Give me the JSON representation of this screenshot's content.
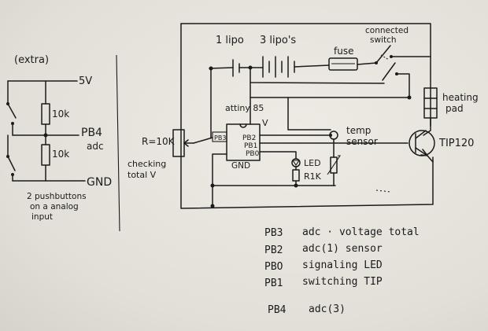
{
  "left_panel": {
    "title": "(extra)",
    "supply": "5V",
    "r_top": "10k",
    "r_bottom": "10k",
    "pin": "PB4",
    "pin_sub": "adc",
    "ground": "GND",
    "note_lines": [
      "2 pushbuttons",
      "on a analog",
      "input"
    ]
  },
  "main": {
    "battery_1": "1 lipo",
    "battery_3": "3 lipo's",
    "fuse": "fuse",
    "switch_lines": [
      "connected",
      "switch"
    ],
    "heater_lines": [
      "heating",
      "pad"
    ],
    "chip": "attiny 85",
    "chip_v": "V",
    "chip_gnd": "GND",
    "pins": {
      "pb3": "PB3",
      "pb2": "PB2",
      "pb1": "PB1",
      "pb0": "PB0"
    },
    "pot": "R=10K",
    "pot_note_lines": [
      "checking",
      "total V"
    ],
    "led": "LED",
    "r1k": "R1K",
    "sensor_lines": [
      "temp",
      "sensor"
    ],
    "transistor": "TIP120"
  },
  "legend": [
    {
      "pin": "PB3",
      "desc": "adc · voltage total"
    },
    {
      "pin": "PB2",
      "desc": "adc(1) sensor"
    },
    {
      "pin": "PBO",
      "desc": "signaling LED"
    },
    {
      "pin": "PB1",
      "desc": "switching TIP"
    },
    {
      "pin": "PB4",
      "desc": "adc(3)"
    }
  ]
}
